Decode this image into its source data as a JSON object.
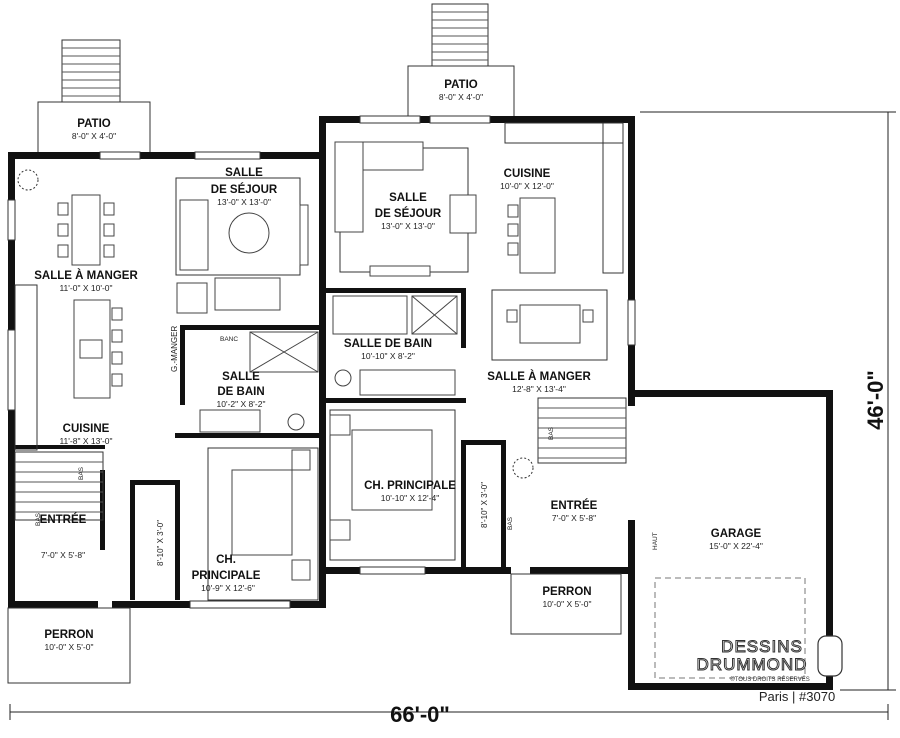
{
  "rooms": {
    "left": {
      "patio": {
        "name": "PATIO",
        "size": "8'-0\" X 4'-0\""
      },
      "salle_sejour": {
        "name1": "SALLE",
        "name2": "DE SÉJOUR",
        "size": "13'-0\" X 13'-0\""
      },
      "salle_manger": {
        "name": "SALLE À MANGER",
        "size": "11'-0\" X 10'-0\""
      },
      "cuisine": {
        "name": "CUISINE",
        "size": "11'-8\" X 13'-0\""
      },
      "salle_bain": {
        "name1": "SALLE",
        "name2": "DE BAIN",
        "size": "10'-2\" X 8'-2\""
      },
      "banc": "BANC",
      "g_manger": "G.-MANGER",
      "ch_principale": {
        "name1": "CH.",
        "name2": "PRINCIPALE",
        "size": "10'-9\" X 12'-6\""
      },
      "closet": "8'-10\" X 3'-0\"",
      "entree": {
        "name": "ENTRÉE",
        "size": "7'-0\" X 5'-8\""
      },
      "perron": {
        "name": "PERRON",
        "size": "10'-0\" X 5'-0\""
      },
      "bas1": "BAS",
      "bas2": "BAS"
    },
    "right": {
      "patio": {
        "name": "PATIO",
        "size": "8'-0\" X 4'-0\""
      },
      "salle_sejour": {
        "name1": "SALLE",
        "name2": "DE SÉJOUR",
        "size": "13'-0\" X 13'-0\""
      },
      "cuisine": {
        "name": "CUISINE",
        "size": "10'-0\" X 12'-0\""
      },
      "salle_bain": {
        "name": "SALLE DE BAIN",
        "size": "10'-10\" X 8'-2\""
      },
      "salle_manger": {
        "name": "SALLE À MANGER",
        "size": "12'-8\" X 13'-4\""
      },
      "ch_principale": {
        "name": "CH. PRINCIPALE",
        "size": "10'-10\" X 12'-4\""
      },
      "closet": "8'-10\" X 3'-0\"",
      "entree": {
        "name": "ENTRÉE",
        "size": "7'-0\" X 5'-8\""
      },
      "perron": {
        "name": "PERRON",
        "size": "10'-0\" X 5'-0\""
      },
      "garage": {
        "name": "GARAGE",
        "size": "15'-0\" X 22'-4\""
      },
      "bas1": "BAS",
      "bas2": "BAS",
      "haut": "HAUT"
    }
  },
  "dimensions": {
    "width": "66'-0\"",
    "depth": "46'-0\""
  },
  "brand": {
    "name1": "DESSINS",
    "name2": "DRUMMOND",
    "rights": "©TOUS DROITS RÉSERVÉS",
    "model": "Paris | #3070"
  }
}
